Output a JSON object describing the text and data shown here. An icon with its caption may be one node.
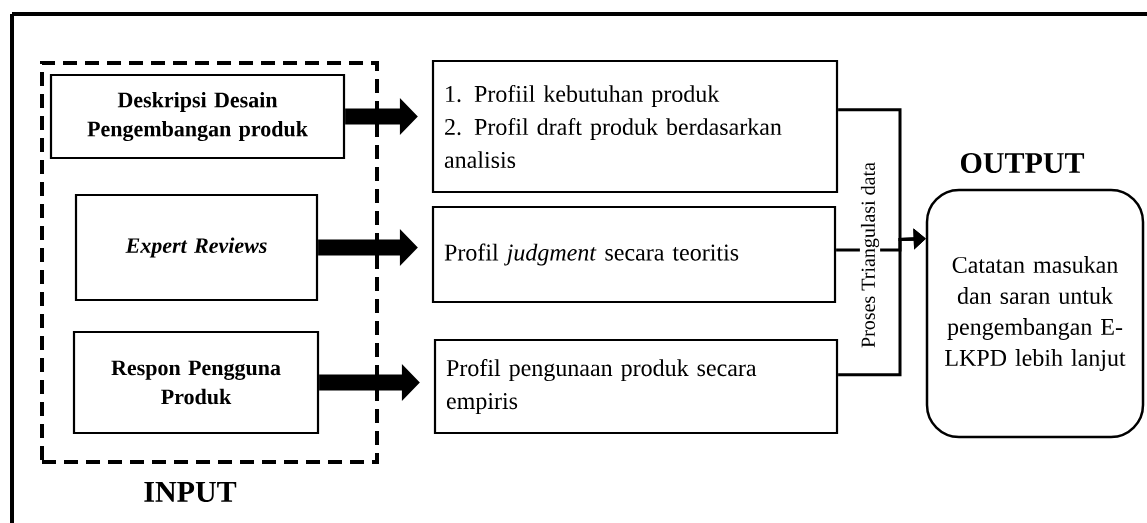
{
  "diagram": {
    "nodes": [
      {
        "text": [
          "INPUT"
        ]
      },
      {
        "text": [
          "Deskripsi Desain Pengembangan produk"
        ],
        "in": 0
      },
      {
        "text": [
          "Expert Reviews"
        ],
        "in": 0
      },
      {
        "text": [
          "Respon Pengguna Produk"
        ],
        "in": 0
      },
      {
        "text": [
          "1. Profiil kebutuhan produk",
          "2. Profil draft produk berdasarkan analisis"
        ]
      },
      {
        "text": [
          "Profil *judgment* secara teoritis"
        ]
      },
      {
        "text": [
          "Profil pengunaan produk secara empiris"
        ]
      },
      {
        "text": [
          "OUTPUT",
          "Catatan masukan dan saran untuk pengembangan E-LKPD lebih lanjut"
        ]
      }
    ],
    "edges": [
      {
        "from": 1,
        "to": 4,
        "arrow": "to",
        "style": "thick"
      },
      {
        "from": 2,
        "to": 5,
        "arrow": "to",
        "style": "thick"
      },
      {
        "from": 3,
        "to": 6,
        "arrow": "to",
        "style": "thick"
      },
      {
        "from": 4,
        "to": 7,
        "arrow": "to"
      },
      {
        "from": 5,
        "to": 7,
        "arrow": "to",
        "label": "Proses Triangulasi data"
      },
      {
        "from": 6,
        "to": 7,
        "arrow": "to"
      }
    ]
  }
}
